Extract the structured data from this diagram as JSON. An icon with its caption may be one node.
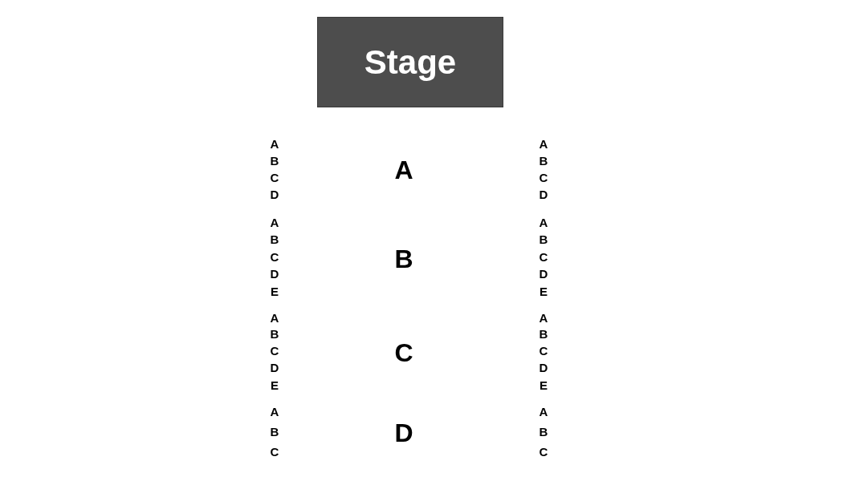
{
  "diagram": {
    "nodes": [
      {
        "text": [
          "Stage"
        ]
      }
    ],
    "labels": [
      "A",
      "B",
      "C",
      "D",
      "A",
      "A",
      "B",
      "C",
      "D",
      "A",
      "B",
      "C",
      "D",
      "E",
      "B",
      "A",
      "B",
      "C",
      "D",
      "E",
      "A",
      "B",
      "C",
      "D",
      "E",
      "C",
      "A",
      "B",
      "C",
      "D",
      "E",
      "A",
      "B",
      "C",
      "D",
      "A",
      "B",
      "C"
    ]
  }
}
